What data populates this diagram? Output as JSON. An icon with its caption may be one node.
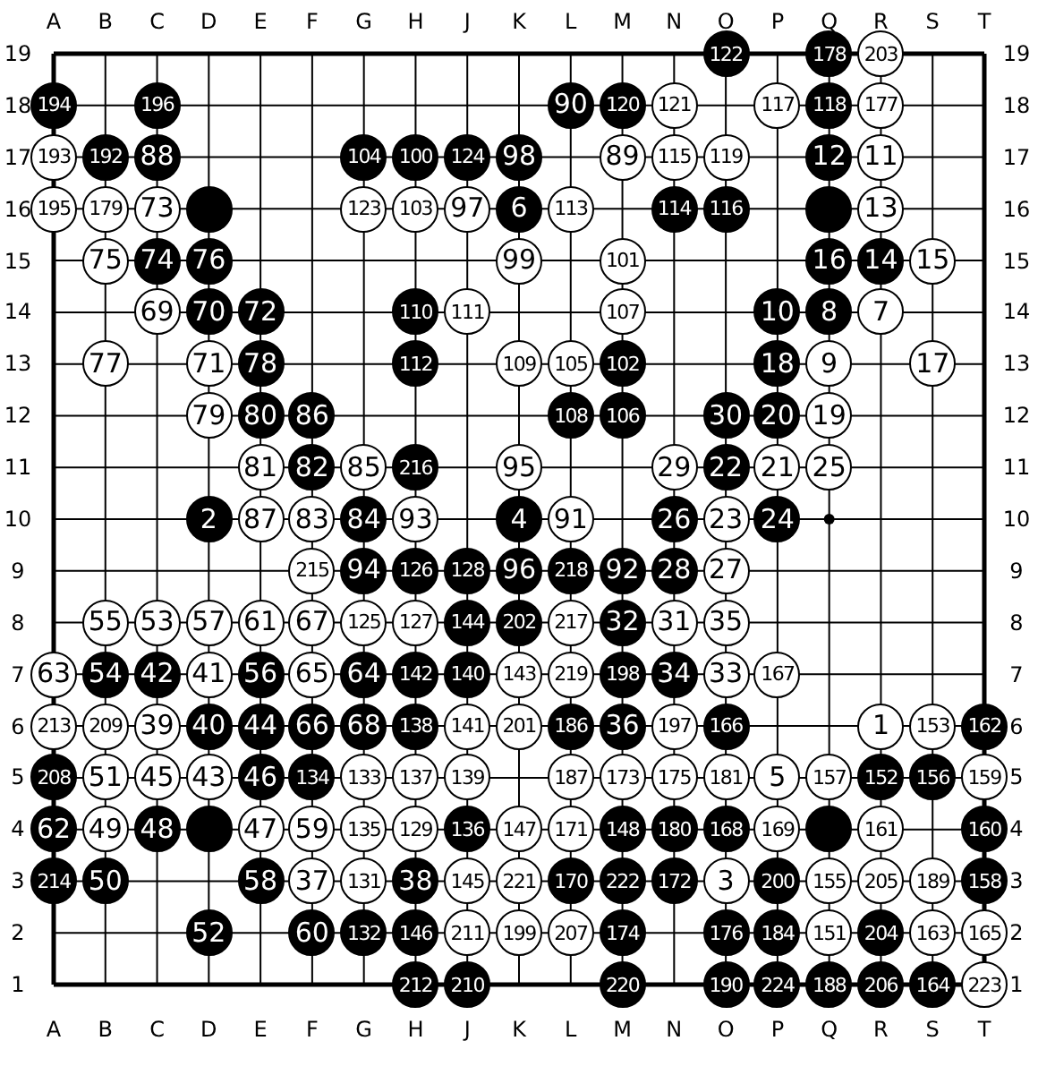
{
  "diagram": {
    "labels": [
      "A",
      "B",
      "C",
      "D",
      "E",
      "F",
      "G",
      "H",
      "J",
      "K",
      "L",
      "M",
      "N",
      "O",
      "P",
      "Q",
      "R",
      "S",
      "T",
      "19",
      "122",
      "178",
      "203",
      "19",
      "18",
      "194",
      "196",
      "90",
      "120",
      "121",
      "117",
      "118",
      "177",
      "18",
      "17",
      "193",
      "192",
      "88",
      "104",
      "100",
      "124",
      "98",
      "89",
      "115",
      "119",
      "12",
      "11",
      "17",
      "16",
      "195",
      "179",
      "73",
      "123",
      "103",
      "97",
      "6",
      "113",
      "114",
      "116",
      "13",
      "16",
      "15",
      "75",
      "74",
      "76",
      "99",
      "101",
      "16",
      "14",
      "15",
      "15",
      "14",
      "69",
      "70",
      "72",
      "110",
      "111",
      "107",
      "10",
      "8",
      "7",
      "14",
      "13",
      "77",
      "71",
      "78",
      "112",
      "109",
      "105",
      "102",
      "18",
      "9",
      "17",
      "13",
      "12",
      "79",
      "80",
      "86",
      "108",
      "106",
      "30",
      "20",
      "19",
      "12",
      "11",
      "81",
      "82",
      "85",
      "216",
      "95",
      "29",
      "22",
      "21",
      "25",
      "11",
      "10",
      "2",
      "87",
      "83",
      "84",
      "93",
      "4",
      "91",
      "26",
      "23",
      "24",
      "10",
      "9",
      "215",
      "94",
      "126",
      "128",
      "96",
      "218",
      "92",
      "28",
      "27",
      "9",
      "8",
      "55",
      "53",
      "57",
      "61",
      "67",
      "125",
      "127",
      "144",
      "202",
      "217",
      "32",
      "31",
      "35",
      "8",
      "7",
      "63",
      "54",
      "42",
      "41",
      "56",
      "65",
      "64",
      "142",
      "140",
      "143",
      "219",
      "198",
      "34",
      "33",
      "167",
      "7",
      "6",
      "213",
      "209",
      "39",
      "40",
      "44",
      "66",
      "68",
      "138",
      "141",
      "201",
      "186",
      "36",
      "197",
      "166",
      "1",
      "153",
      "162",
      "6",
      "5",
      "208",
      "51",
      "45",
      "43",
      "46",
      "134",
      "133",
      "137",
      "139",
      "187",
      "173",
      "175",
      "181",
      "5",
      "157",
      "152",
      "156",
      "159",
      "5",
      "4",
      "62",
      "49",
      "48",
      "47",
      "59",
      "135",
      "129",
      "136",
      "147",
      "171",
      "148",
      "180",
      "168",
      "169",
      "161",
      "160",
      "4",
      "3",
      "214",
      "50",
      "58",
      "37",
      "131",
      "38",
      "145",
      "221",
      "170",
      "222",
      "172",
      "3",
      "200",
      "155",
      "205",
      "189",
      "158",
      "3",
      "2",
      "52",
      "60",
      "132",
      "146",
      "211",
      "199",
      "207",
      "174",
      "176",
      "184",
      "151",
      "204",
      "163",
      "165",
      "2",
      "1",
      "212",
      "210",
      "220",
      "190",
      "224",
      "188",
      "206",
      "164",
      "223",
      "1",
      "A",
      "B",
      "C",
      "D",
      "E",
      "F",
      "G",
      "H",
      "J",
      "K",
      "L",
      "M",
      "N",
      "O",
      "P",
      "Q",
      "R",
      "S",
      "T"
    ]
  }
}
